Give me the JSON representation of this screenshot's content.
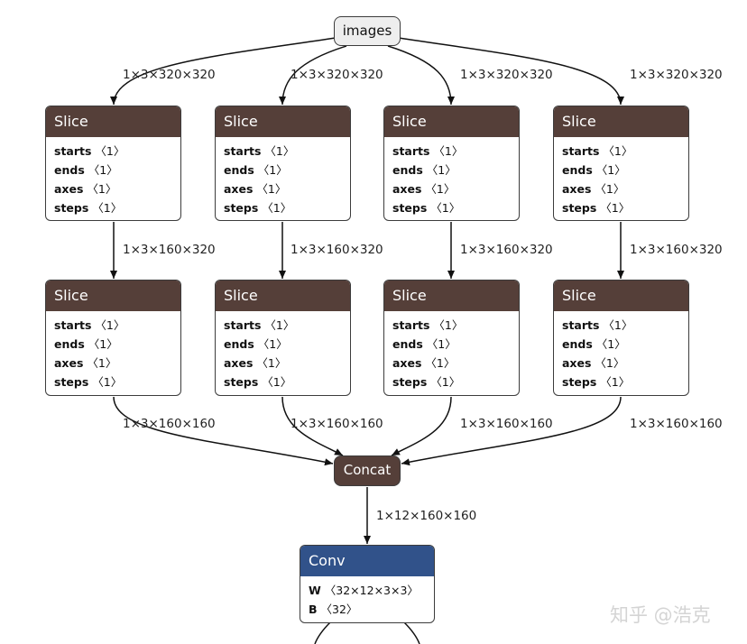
{
  "input_node": {
    "label": "images"
  },
  "slice_rows": [
    [
      {
        "title": "Slice",
        "attrs": [
          {
            "name": "starts",
            "value": "〈1〉"
          },
          {
            "name": "ends",
            "value": "〈1〉"
          },
          {
            "name": "axes",
            "value": "〈1〉"
          },
          {
            "name": "steps",
            "value": "〈1〉"
          }
        ]
      },
      {
        "title": "Slice",
        "attrs": [
          {
            "name": "starts",
            "value": "〈1〉"
          },
          {
            "name": "ends",
            "value": "〈1〉"
          },
          {
            "name": "axes",
            "value": "〈1〉"
          },
          {
            "name": "steps",
            "value": "〈1〉"
          }
        ]
      },
      {
        "title": "Slice",
        "attrs": [
          {
            "name": "starts",
            "value": "〈1〉"
          },
          {
            "name": "ends",
            "value": "〈1〉"
          },
          {
            "name": "axes",
            "value": "〈1〉"
          },
          {
            "name": "steps",
            "value": "〈1〉"
          }
        ]
      },
      {
        "title": "Slice",
        "attrs": [
          {
            "name": "starts",
            "value": "〈1〉"
          },
          {
            "name": "ends",
            "value": "〈1〉"
          },
          {
            "name": "axes",
            "value": "〈1〉"
          },
          {
            "name": "steps",
            "value": "〈1〉"
          }
        ]
      }
    ],
    [
      {
        "title": "Slice",
        "attrs": [
          {
            "name": "starts",
            "value": "〈1〉"
          },
          {
            "name": "ends",
            "value": "〈1〉"
          },
          {
            "name": "axes",
            "value": "〈1〉"
          },
          {
            "name": "steps",
            "value": "〈1〉"
          }
        ]
      },
      {
        "title": "Slice",
        "attrs": [
          {
            "name": "starts",
            "value": "〈1〉"
          },
          {
            "name": "ends",
            "value": "〈1〉"
          },
          {
            "name": "axes",
            "value": "〈1〉"
          },
          {
            "name": "steps",
            "value": "〈1〉"
          }
        ]
      },
      {
        "title": "Slice",
        "attrs": [
          {
            "name": "starts",
            "value": "〈1〉"
          },
          {
            "name": "ends",
            "value": "〈1〉"
          },
          {
            "name": "axes",
            "value": "〈1〉"
          },
          {
            "name": "steps",
            "value": "〈1〉"
          }
        ]
      },
      {
        "title": "Slice",
        "attrs": [
          {
            "name": "starts",
            "value": "〈1〉"
          },
          {
            "name": "ends",
            "value": "〈1〉"
          },
          {
            "name": "axes",
            "value": "〈1〉"
          },
          {
            "name": "steps",
            "value": "〈1〉"
          }
        ]
      }
    ]
  ],
  "edge_labels": {
    "images_to_slice": [
      "1×3×320×320",
      "1×3×320×320",
      "1×3×320×320",
      "1×3×320×320"
    ],
    "slice_to_slice": [
      "1×3×160×320",
      "1×3×160×320",
      "1×3×160×320",
      "1×3×160×320"
    ],
    "slice_to_concat": [
      "1×3×160×160",
      "1×3×160×160",
      "1×3×160×160",
      "1×3×160×160"
    ],
    "concat_to_conv": "1×12×160×160"
  },
  "concat_node": {
    "label": "Concat"
  },
  "conv_node": {
    "title": "Conv",
    "attrs": [
      {
        "name": "W",
        "value": "〈32×12×3×3〉"
      },
      {
        "name": "B",
        "value": "〈32〉"
      }
    ]
  },
  "colors": {
    "op_header": "#553f39",
    "conv_header": "#31528a",
    "input_fill": "#eeeeee"
  },
  "watermark": "知乎 @浩克"
}
